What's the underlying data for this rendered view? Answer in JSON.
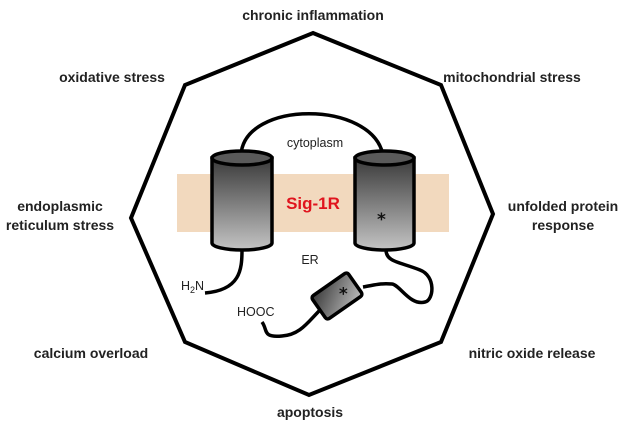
{
  "diagram": {
    "center_label": "Sig-1R",
    "center_label_color": "#E0141E",
    "membrane_color": "#F2D9BE",
    "regions": {
      "cytoplasm": "cytoplasm",
      "er": "ER"
    },
    "termini": {
      "n_terminus": {
        "main": "H",
        "sub": "2",
        "tail": "N"
      },
      "c_terminus": "HOOC"
    },
    "mutation_marker": "*",
    "stressors": {
      "top": "chronic inflammation",
      "top_left": "oxidative stress",
      "top_right": "mitochondrial stress",
      "left_line1": "endoplasmic",
      "left_line2": "reticulum stress",
      "right_line1": "unfolded protein",
      "right_line2": "response",
      "bottom_left": "calcium overload",
      "bottom_right": "nitric oxide release",
      "bottom": "apoptosis"
    }
  }
}
